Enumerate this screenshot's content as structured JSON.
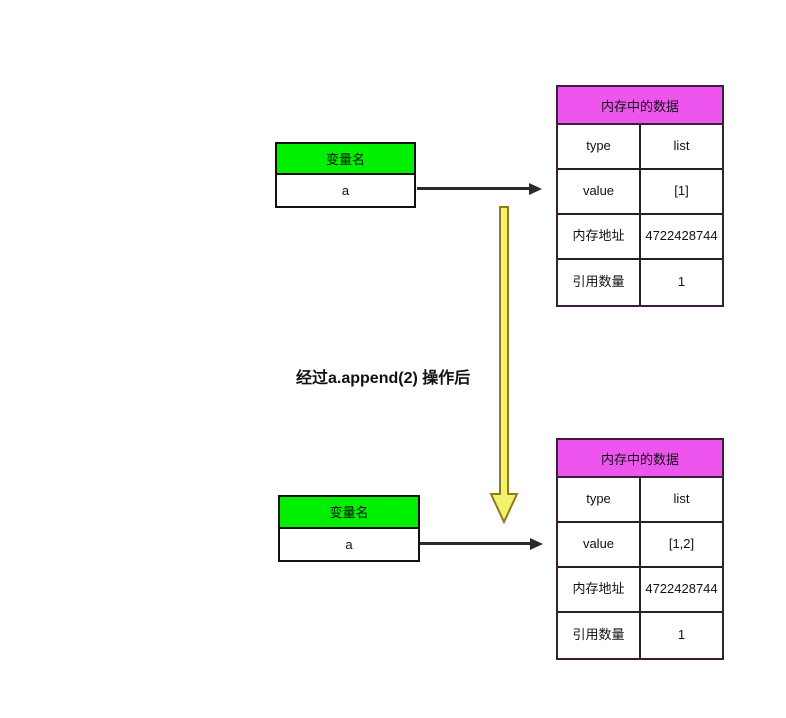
{
  "diagram": {
    "caption": "经过a.append(2) 操作后",
    "colors": {
      "variable_header": "#00ee00",
      "memory_header": "#ee55ee",
      "transition_arrow_fill": "#f5f06e",
      "transition_arrow_stroke": "#8a7d1a",
      "reference_arrow": "#2b2b2b"
    },
    "before": {
      "variable": {
        "header": "变量名",
        "value": "a"
      },
      "memory": {
        "header": "内存中的数据",
        "rows": [
          {
            "key": "type",
            "value": "list"
          },
          {
            "key": "value",
            "value": "[1]"
          },
          {
            "key": "内存地址",
            "value": "4722428744"
          },
          {
            "key": "引用数量",
            "value": "1"
          }
        ]
      }
    },
    "after": {
      "variable": {
        "header": "变量名",
        "value": "a"
      },
      "memory": {
        "header": "内存中的数据",
        "rows": [
          {
            "key": "type",
            "value": "list"
          },
          {
            "key": "value",
            "value": "[1,2]"
          },
          {
            "key": "内存地址",
            "value": "4722428744"
          },
          {
            "key": "引用数量",
            "value": "1"
          }
        ]
      }
    }
  }
}
